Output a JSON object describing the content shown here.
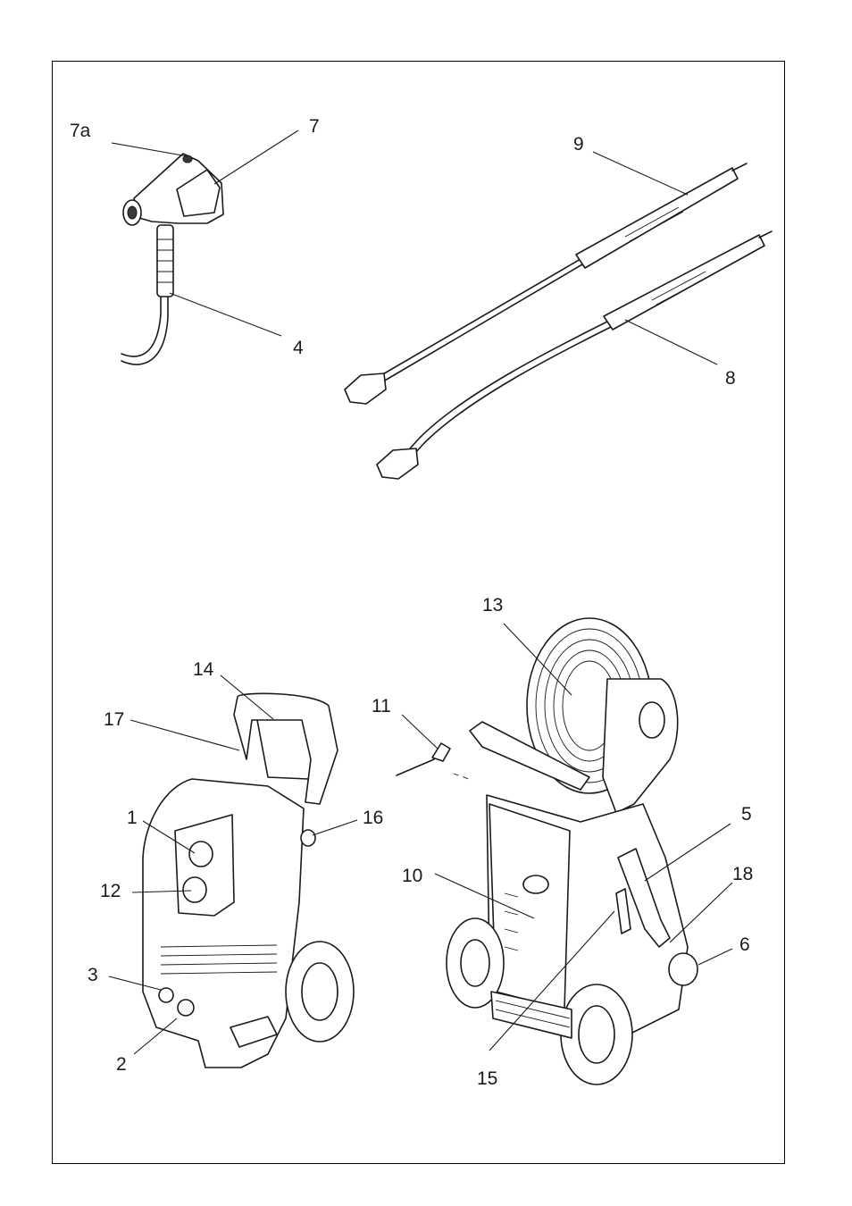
{
  "callouts": {
    "c7a": "7a",
    "c7": "7",
    "c9": "9",
    "c4": "4",
    "c8": "8",
    "c13": "13",
    "c14": "14",
    "c11": "11",
    "c17": "17",
    "c5": "5",
    "c1": "1",
    "c16": "16",
    "c10": "10",
    "c18": "18",
    "c12": "12",
    "c6": "6",
    "c3": "3",
    "c2": "2",
    "c15": "15"
  }
}
